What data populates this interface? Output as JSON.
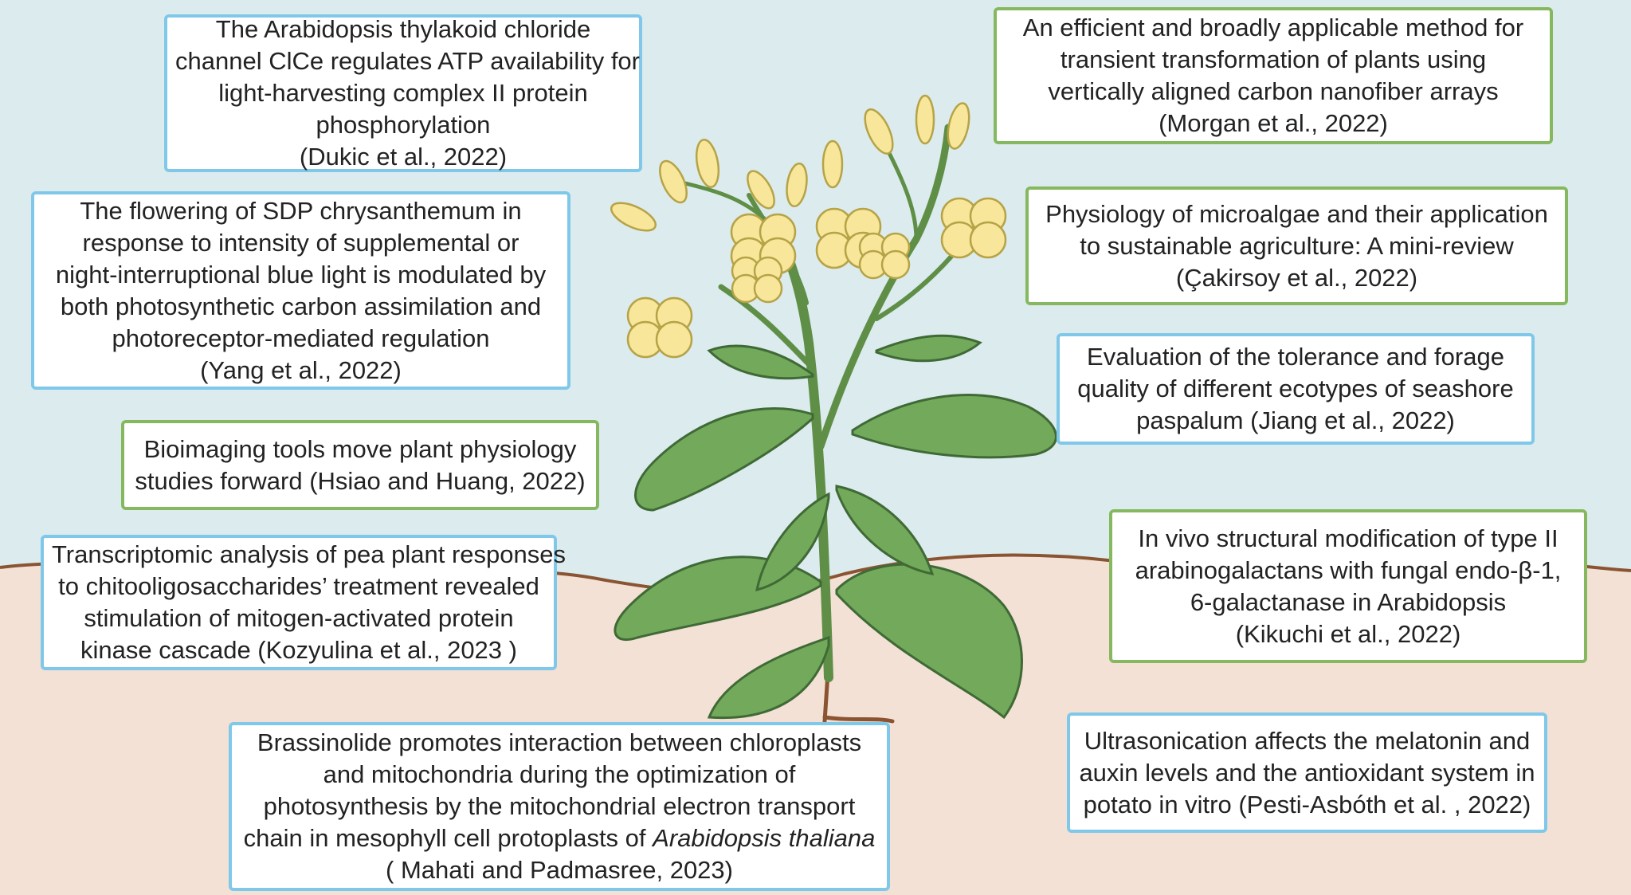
{
  "colors": {
    "sky": "#dcebee",
    "soil": "#f4e1d6",
    "ground_line": "#8a5433",
    "blue_border": "#7fc8ea",
    "green_border": "#86b85f",
    "leaf": "#73a95a",
    "leaf_dark": "#3f6a36",
    "flower": "#f8e79a"
  },
  "boxes": [
    {
      "id": "dukic",
      "style": "blue",
      "lines": [
        "The Arabidopsis thylakoid chloride",
        "channel ClCe regulates ATP availability for",
        "light-harvesting complex II protein",
        "phosphorylation",
        "(Dukic et al., 2022)"
      ]
    },
    {
      "id": "yang",
      "style": "blue",
      "lines": [
        "The flowering of SDP chrysanthemum in",
        "response to intensity of supplemental or",
        "night-interruptional blue light is modulated by",
        "both photosynthetic carbon assimilation and",
        "photoreceptor-mediated regulation",
        "(Yang et al., 2022)"
      ]
    },
    {
      "id": "hsiao",
      "style": "green",
      "lines": [
        "Bioimaging tools move plant physiology",
        "studies forward (Hsiao and Huang, 2022)"
      ]
    },
    {
      "id": "kozyulina",
      "style": "blue",
      "lines": [
        "Transcriptomic analysis of pea plant responses",
        "to chitooligosaccharides’ treatment revealed",
        "stimulation of mitogen-activated protein",
        "kinase cascade (Kozyulina et al., 2023 )"
      ]
    },
    {
      "id": "mahati",
      "style": "blue",
      "lines": [
        "Brassinolide promotes interaction between chloroplasts",
        "and mitochondria during the optimization of",
        "photosynthesis by the mitochondrial electron transport"
      ],
      "italic_line": {
        "prefix": "chain in mesophyll cell protoplasts of ",
        "italic": "Arabidopsis thaliana"
      },
      "last_line": "( Mahati and Padmasree, 2023)"
    },
    {
      "id": "morgan",
      "style": "green",
      "lines": [
        "An efficient and broadly applicable method for",
        "transient transformation of plants using",
        "vertically aligned carbon nanofiber arrays",
        "(Morgan et al., 2022)"
      ]
    },
    {
      "id": "cakirsoy",
      "style": "green",
      "lines": [
        "Physiology of microalgae and their application",
        "to sustainable agriculture: A mini-review",
        "(Çakirsoy et al., 2022)"
      ]
    },
    {
      "id": "jiang",
      "style": "blue",
      "lines": [
        "Evaluation of the tolerance and forage",
        "quality of different ecotypes of seashore",
        "paspalum (Jiang et al., 2022)"
      ]
    },
    {
      "id": "kikuchi",
      "style": "green",
      "lines": [
        "In vivo structural modification of type II",
        "arabinogalactans with fungal endo-β-1,",
        "6-galactanase in Arabidopsis",
        "(Kikuchi et al., 2022)"
      ]
    },
    {
      "id": "pesti",
      "style": "blue",
      "lines": [
        "Ultrasonication affects the melatonin and",
        "auxin levels and the antioxidant system in",
        "potato in vitro (Pesti-Asbóth et al. , 2022)"
      ]
    }
  ]
}
